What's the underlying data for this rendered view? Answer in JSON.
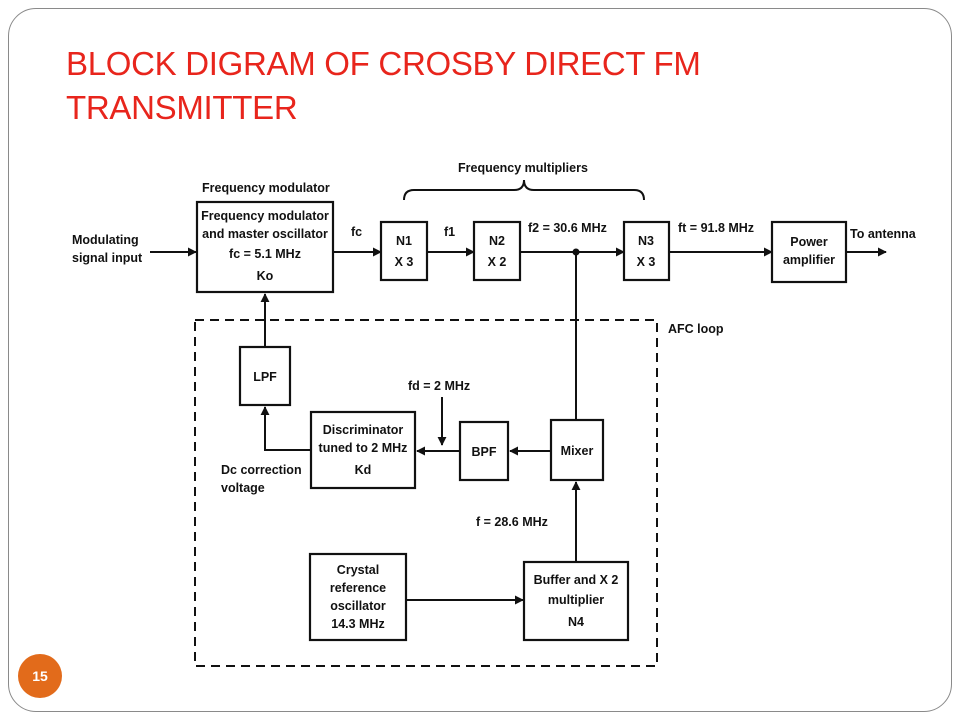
{
  "slide": {
    "title_line1": "BLOCK DIGRAM OF CROSBY DIRECT FM",
    "title_line2": "TRANSMITTER",
    "page_number": "15",
    "colors": {
      "title": "#e8251c",
      "badge": "#e26b1b"
    }
  },
  "diagram": {
    "fm_heading": "Frequency modulator",
    "multipliers_heading": "Frequency multipliers",
    "input_label": [
      "Modulating",
      "signal input"
    ],
    "output_label": "To antenna",
    "fm_block": [
      "Frequency modulator",
      "and master oscillator",
      "fc = 5.1 MHz",
      "Ko"
    ],
    "n1": [
      "N1",
      "X 3"
    ],
    "n2": [
      "N2",
      "X 2"
    ],
    "n3": [
      "N3",
      "X 3"
    ],
    "power_amp": [
      "Power",
      "amplifier"
    ],
    "fc_label": "fc",
    "f1_label": "f1",
    "f2_label": "f2 = 30.6 MHz",
    "ft_label": "ft = 91.8 MHz",
    "afc_label": "AFC loop",
    "lpf": "LPF",
    "discriminator": [
      "Discriminator",
      "tuned to 2 MHz",
      "Kd"
    ],
    "fd_label": "fd = 2 MHz",
    "bpf": "BPF",
    "mixer": "Mixer",
    "dc_label": [
      "Dc correction",
      "voltage"
    ],
    "f_mix_label": "f = 28.6 MHz",
    "crystal": [
      "Crystal",
      "reference",
      "oscillator",
      "14.3 MHz"
    ],
    "buffer": [
      "Buffer and X 2",
      "multiplier",
      "N4"
    ]
  }
}
